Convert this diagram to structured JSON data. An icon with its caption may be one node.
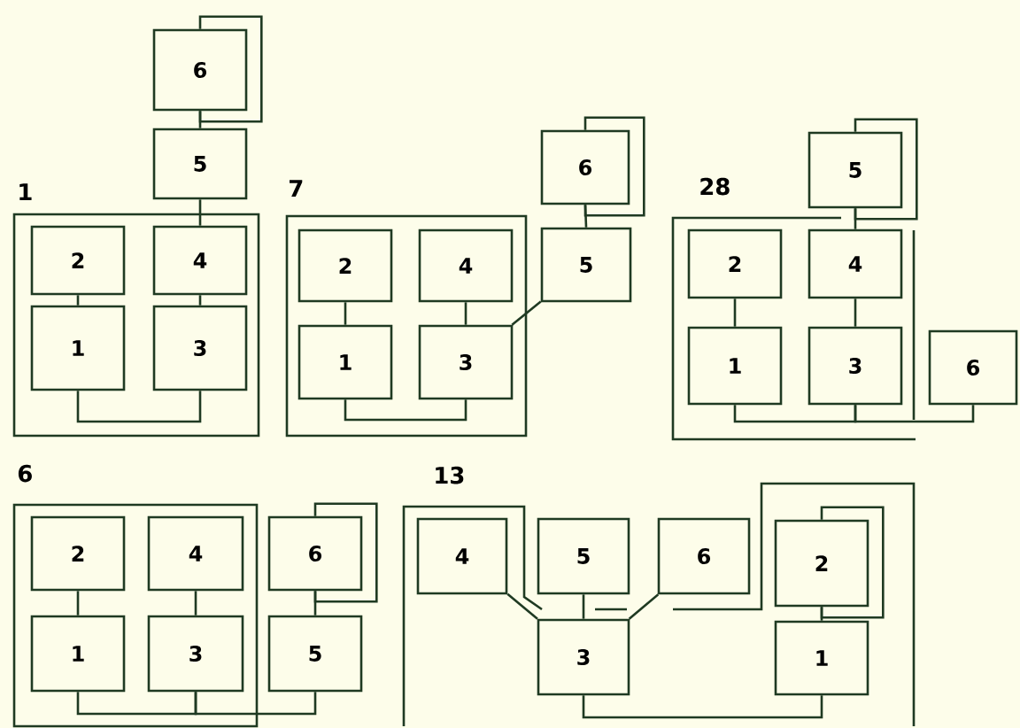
{
  "diagram": {
    "nodes": [
      {
        "text": [
          "6"
        ]
      },
      {
        "text": [
          "5"
        ]
      },
      {
        "text": [
          "2"
        ]
      },
      {
        "text": [
          "4"
        ]
      },
      {
        "text": [
          "1"
        ]
      },
      {
        "text": [
          "3"
        ]
      },
      {
        "text": [
          "6"
        ]
      },
      {
        "text": [
          "5"
        ]
      },
      {
        "text": [
          "2"
        ]
      },
      {
        "text": [
          "4"
        ]
      },
      {
        "text": [
          "1"
        ]
      },
      {
        "text": [
          "3"
        ]
      },
      {
        "text": [
          "5"
        ]
      },
      {
        "text": [
          "2"
        ]
      },
      {
        "text": [
          "4"
        ]
      },
      {
        "text": [
          "1"
        ]
      },
      {
        "text": [
          "3"
        ]
      },
      {
        "text": [
          "6"
        ]
      },
      {
        "text": [
          "2"
        ]
      },
      {
        "text": [
          "4"
        ]
      },
      {
        "text": [
          "6"
        ]
      },
      {
        "text": [
          "1"
        ]
      },
      {
        "text": [
          "3"
        ]
      },
      {
        "text": [
          "5"
        ]
      },
      {
        "text": [
          "4"
        ]
      },
      {
        "text": [
          "5"
        ]
      },
      {
        "text": [
          "6"
        ]
      },
      {
        "text": [
          "2"
        ]
      },
      {
        "text": [
          "3"
        ]
      },
      {
        "text": [
          "1"
        ]
      }
    ],
    "edges": [
      {
        "from": 0,
        "to": 0,
        "arrow": "none"
      },
      {
        "from": 0,
        "to": 1,
        "arrow": "none"
      },
      {
        "from": 1,
        "to": 3,
        "arrow": "none"
      },
      {
        "from": 2,
        "to": 4,
        "arrow": "none"
      },
      {
        "from": 3,
        "to": 5,
        "arrow": "none"
      },
      {
        "from": 4,
        "to": 5,
        "arrow": "none"
      },
      {
        "from": 6,
        "to": 6,
        "arrow": "none"
      },
      {
        "from": 6,
        "to": 7,
        "arrow": "none"
      },
      {
        "from": 8,
        "to": 10,
        "arrow": "none"
      },
      {
        "from": 9,
        "to": 11,
        "arrow": "none"
      },
      {
        "from": 10,
        "to": 11,
        "arrow": "none"
      },
      {
        "from": 7,
        "to": 11,
        "arrow": "none"
      },
      {
        "from": 12,
        "to": 12,
        "arrow": "none"
      },
      {
        "from": 12,
        "to": 14,
        "arrow": "none"
      },
      {
        "from": 13,
        "to": 15,
        "arrow": "none"
      },
      {
        "from": 14,
        "to": 16,
        "arrow": "none"
      },
      {
        "from": 15,
        "to": 16,
        "arrow": "none"
      },
      {
        "from": 16,
        "to": 17,
        "arrow": "none"
      },
      {
        "from": 20,
        "to": 20,
        "arrow": "none"
      },
      {
        "from": 18,
        "to": 21,
        "arrow": "none"
      },
      {
        "from": 19,
        "to": 22,
        "arrow": "none"
      },
      {
        "from": 20,
        "to": 23,
        "arrow": "none"
      },
      {
        "from": 21,
        "to": 22,
        "arrow": "none"
      },
      {
        "from": 22,
        "to": 23,
        "arrow": "none"
      },
      {
        "from": 24,
        "to": 28,
        "arrow": "none"
      },
      {
        "from": 25,
        "to": 28,
        "arrow": "none"
      },
      {
        "from": 26,
        "to": 28,
        "arrow": "none"
      },
      {
        "from": 27,
        "to": 27,
        "arrow": "none"
      },
      {
        "from": 27,
        "to": 29,
        "arrow": "none"
      },
      {
        "from": 28,
        "to": 29,
        "arrow": "none"
      }
    ],
    "labels": [
      "1",
      "7",
      "28",
      "6",
      "13"
    ]
  }
}
